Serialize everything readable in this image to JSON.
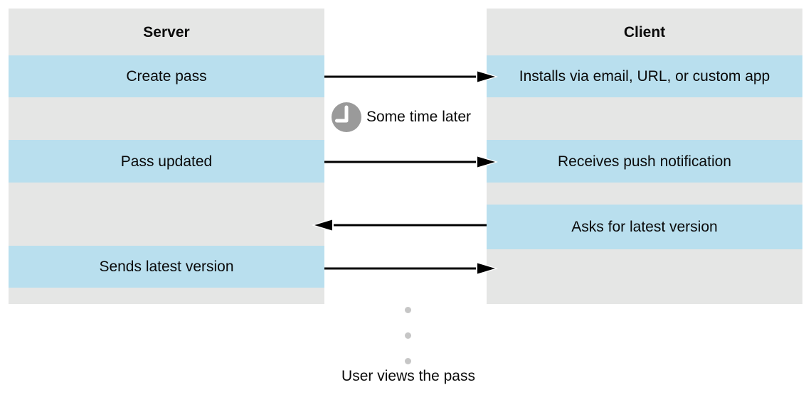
{
  "diagram": {
    "server": {
      "title": "Server",
      "rows": [
        "Create pass",
        "",
        "Pass updated",
        "",
        "Sends latest version",
        ""
      ]
    },
    "client": {
      "title": "Client",
      "rows": [
        "Installs via email, URL, or custom app",
        "",
        "Receives push notification",
        "",
        "Asks for latest version",
        ""
      ]
    },
    "arrows": [
      {
        "from": "Create pass",
        "to": "Installs via email, URL, or custom app",
        "direction": "right"
      },
      {
        "from": "Pass updated",
        "to": "Receives push notification",
        "direction": "right"
      },
      {
        "from": "Asks for latest version",
        "to": "Server",
        "direction": "left"
      },
      {
        "from": "Sends latest version",
        "to": "Client",
        "direction": "right"
      }
    ],
    "time_note": "Some time later",
    "caption": "User views the pass",
    "icons": {
      "clock": "clock-icon",
      "ellipsis": "vertical-ellipsis-icon"
    },
    "colors": {
      "row_gray": "#e5e6e5",
      "row_blue": "#b9dfee",
      "clock_gray": "#9a9a9a",
      "dot_gray": "#c6c6c6",
      "arrow_black": "#000000"
    }
  }
}
